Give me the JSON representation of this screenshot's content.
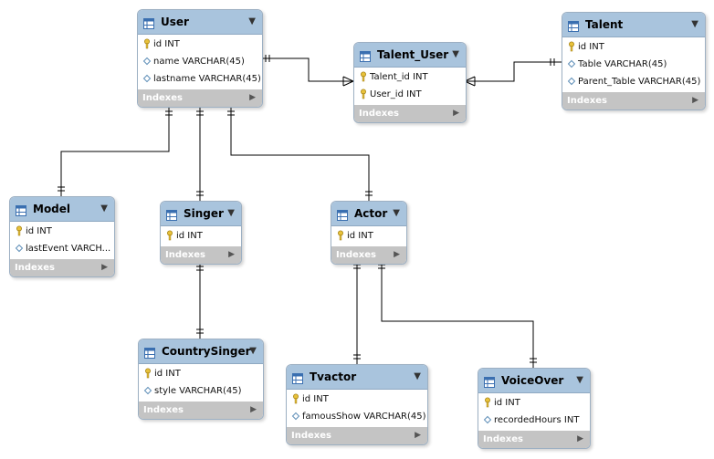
{
  "diagram": {
    "indexes_label": "Indexes",
    "tables": {
      "user": {
        "name": "User",
        "columns": [
          {
            "key": "pk",
            "text": "id INT"
          },
          {
            "key": "attr",
            "text": "name VARCHAR(45)"
          },
          {
            "key": "attr",
            "text": "lastname VARCHAR(45)"
          }
        ]
      },
      "talent_user": {
        "name": "Talent_User",
        "columns": [
          {
            "key": "pk",
            "text": "Talent_id INT"
          },
          {
            "key": "pk",
            "text": "User_id INT"
          }
        ]
      },
      "talent": {
        "name": "Talent",
        "columns": [
          {
            "key": "pk",
            "text": "id INT"
          },
          {
            "key": "attr",
            "text": "Table VARCHAR(45)"
          },
          {
            "key": "attr",
            "text": "Parent_Table VARCHAR(45)"
          }
        ]
      },
      "model": {
        "name": "Model",
        "columns": [
          {
            "key": "pk",
            "text": "id INT"
          },
          {
            "key": "attr",
            "text": "lastEvent VARCH..."
          }
        ]
      },
      "singer": {
        "name": "Singer",
        "columns": [
          {
            "key": "pk",
            "text": "id INT"
          }
        ]
      },
      "actor": {
        "name": "Actor",
        "columns": [
          {
            "key": "pk",
            "text": "id INT"
          }
        ]
      },
      "countrysinger": {
        "name": "CountrySinger",
        "columns": [
          {
            "key": "pk",
            "text": "id INT"
          },
          {
            "key": "attr",
            "text": "style VARCHAR(45)"
          }
        ]
      },
      "tvactor": {
        "name": "Tvactor",
        "columns": [
          {
            "key": "pk",
            "text": "id INT"
          },
          {
            "key": "attr",
            "text": "famousShow VARCHAR(45)"
          }
        ]
      },
      "voiceover": {
        "name": "VoiceOver",
        "columns": [
          {
            "key": "pk",
            "text": "id INT"
          },
          {
            "key": "attr",
            "text": "recordedHours INT"
          }
        ]
      }
    },
    "relationships": [
      {
        "from": "user",
        "to": "talent_user",
        "kind": "one-to-many"
      },
      {
        "from": "talent",
        "to": "talent_user",
        "kind": "one-to-many"
      },
      {
        "from": "user",
        "to": "model",
        "kind": "one-to-one"
      },
      {
        "from": "user",
        "to": "singer",
        "kind": "one-to-one"
      },
      {
        "from": "user",
        "to": "actor",
        "kind": "one-to-one"
      },
      {
        "from": "singer",
        "to": "countrysinger",
        "kind": "one-to-one"
      },
      {
        "from": "actor",
        "to": "tvactor",
        "kind": "one-to-one"
      },
      {
        "from": "actor",
        "to": "voiceover",
        "kind": "one-to-one"
      }
    ],
    "colors": {
      "header": "#a9c4dd",
      "indexes_bar": "#c4c4c4",
      "line": "#000000",
      "key": "#e8c23a"
    }
  }
}
